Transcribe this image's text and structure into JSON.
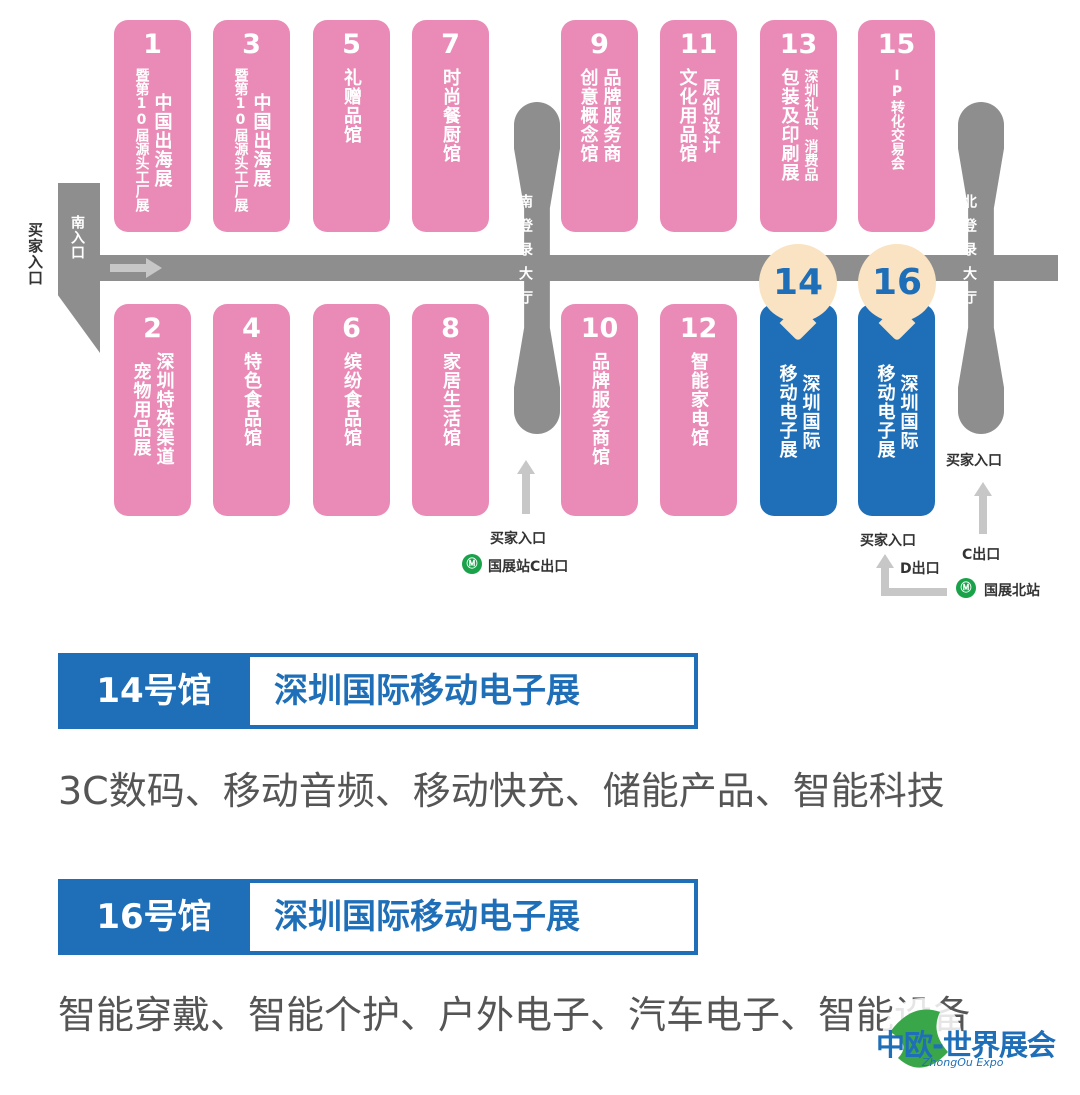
{
  "map": {
    "south_entrance_label": "南入口",
    "buyer_entrance_left": "买家入口",
    "south_lobby": "南登录大厅",
    "north_lobby": "北登录大厅",
    "buyer_entrance_south": "买家入口",
    "metro_south": "国展站C出口",
    "buyer_entrance_north_right": "买家入口",
    "buyer_entrance_north_left": "买家入口",
    "d_exit": "D出口",
    "c_exit": "C出口",
    "metro_north": "国展北站",
    "metro_icon": "Ⓜ",
    "top_halls": [
      {
        "num": "1",
        "cols": [
          "中国出海展",
          "暨第10届源头工厂展"
        ]
      },
      {
        "num": "3",
        "cols": [
          "中国出海展",
          "暨第10届源头工厂展"
        ]
      },
      {
        "num": "5",
        "cols": [
          "礼赠品馆"
        ]
      },
      {
        "num": "7",
        "cols": [
          "时尚餐厨馆"
        ]
      },
      {
        "num": "9",
        "cols": [
          "品牌服务商",
          "创意概念馆"
        ]
      },
      {
        "num": "11",
        "cols": [
          "原创设计",
          "文化用品馆"
        ]
      },
      {
        "num": "13",
        "cols": [
          "深圳礼品、消费品",
          "包装及印刷展"
        ]
      },
      {
        "num": "15",
        "cols": [
          "IP转化交易会"
        ]
      }
    ],
    "bottom_halls": [
      {
        "num": "2",
        "cols": [
          "深圳特殊渠道",
          "宠物用品展"
        ]
      },
      {
        "num": "4",
        "cols": [
          "特色食品馆"
        ]
      },
      {
        "num": "6",
        "cols": [
          "缤纷食品馆"
        ]
      },
      {
        "num": "8",
        "cols": [
          "家居生活馆"
        ]
      },
      {
        "num": "10",
        "cols": [
          "品牌服务商馆"
        ]
      },
      {
        "num": "12",
        "cols": [
          "智能家电馆"
        ]
      },
      {
        "num": "14",
        "cols": [
          "深圳国际",
          "移动电子展"
        ]
      },
      {
        "num": "16",
        "cols": [
          "深圳国际",
          "移动电子展"
        ]
      }
    ],
    "badges": [
      "14",
      "16"
    ]
  },
  "sections": [
    {
      "num": "14号馆",
      "title": "深圳国际移动电子展",
      "desc": "3C数码、移动音频、移动快充、储能产品、智能科技"
    },
    {
      "num": "16号馆",
      "title": "深圳国际移动电子展",
      "desc": "智能穿戴、智能个护、户外电子、汽车电子、智能设备"
    }
  ],
  "logo": {
    "main": "中欧-世界展会",
    "sub": "ZhongOu Expo"
  },
  "colors": {
    "pink": "#e98bb6",
    "blue": "#1f6fb8",
    "badge": "#fae3c2",
    "road": "#8e8e8e"
  }
}
